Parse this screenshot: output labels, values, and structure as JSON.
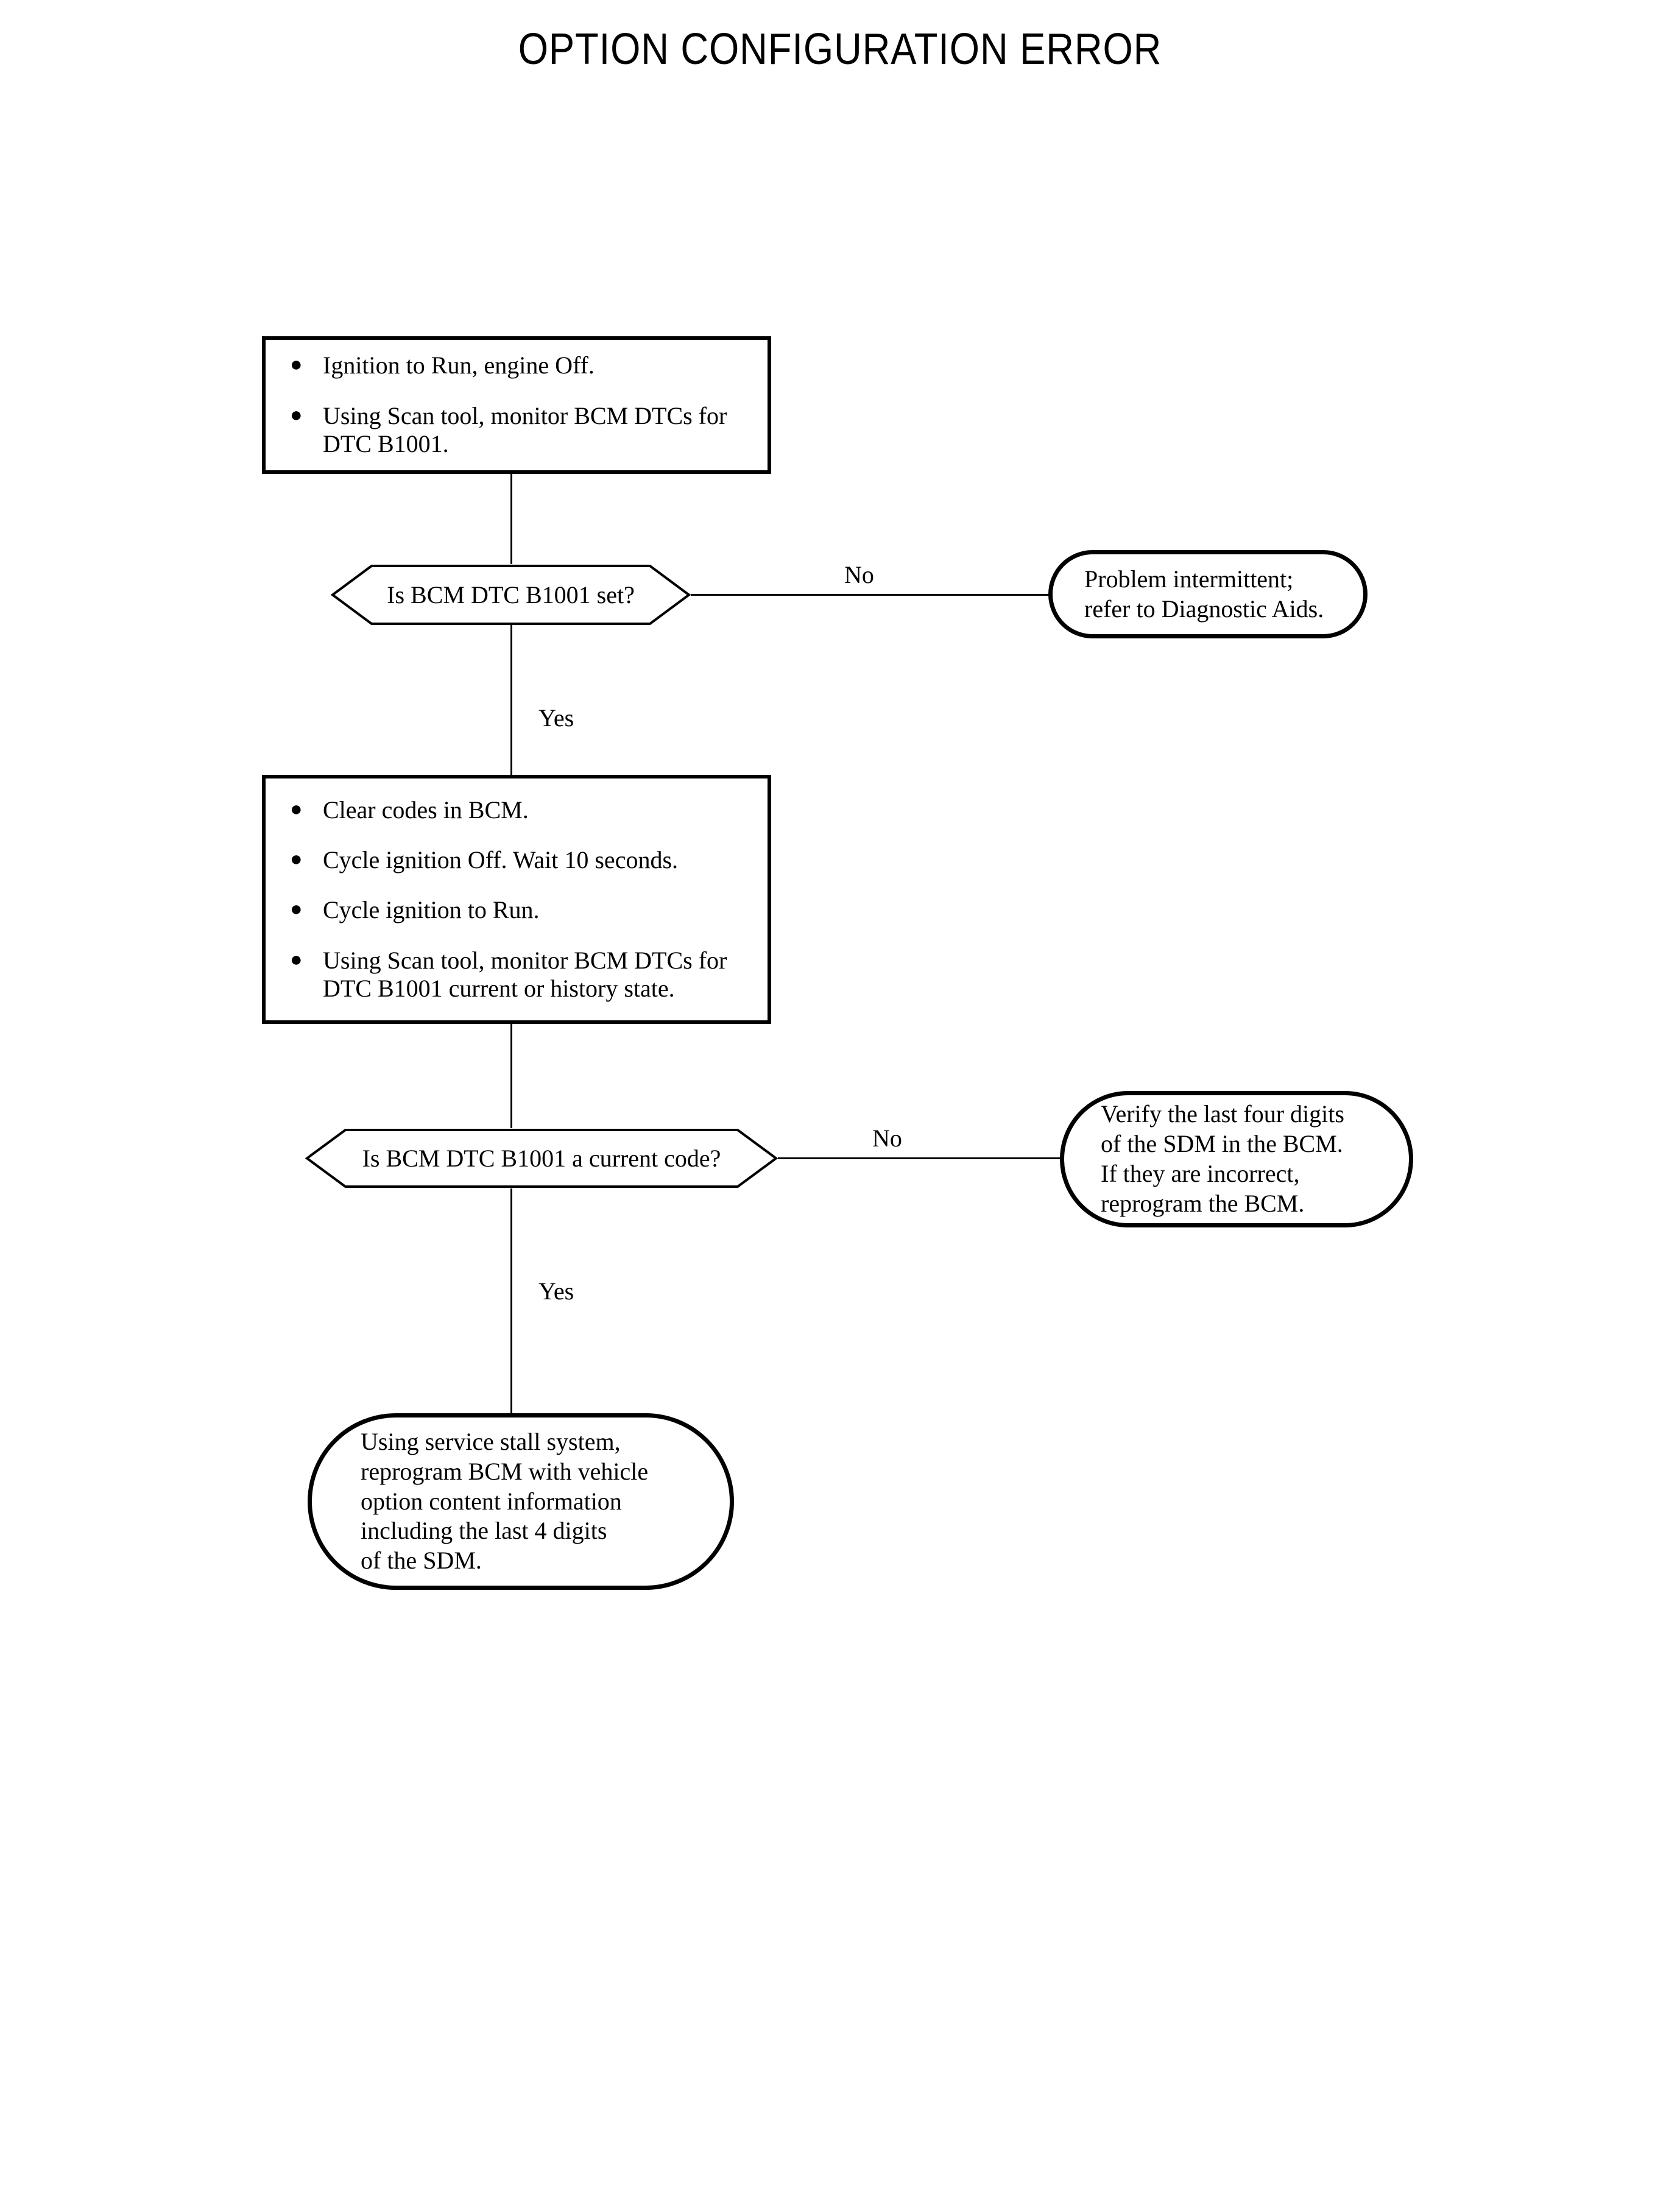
{
  "page": {
    "title": "OPTION CONFIGURATION ERROR"
  },
  "flow": {
    "step1": {
      "name": "initial-condition-box",
      "bullets": [
        "Ignition to Run, engine Off.",
        "Using Scan tool, monitor BCM DTCs for\nDTC B1001."
      ]
    },
    "decision1": {
      "name": "is-bcm-dtc-b1001-set",
      "label": "Is BCM DTC B1001 set?",
      "no_label": "No",
      "yes_label": "Yes"
    },
    "terminator1": {
      "name": "problem-intermittent-terminator",
      "text": "Problem intermittent;\nrefer to Diagnostic Aids."
    },
    "step2": {
      "name": "clear-codes-box",
      "bullets": [
        "Clear codes in BCM.",
        "Cycle ignition Off.  Wait 10 seconds.",
        "Cycle ignition to Run.",
        "Using Scan tool, monitor BCM DTCs for\nDTC B1001 current or history state."
      ]
    },
    "decision2": {
      "name": "is-bcm-dtc-b1001-current-code",
      "label": "Is BCM DTC B1001 a current code?",
      "no_label": "No",
      "yes_label": "Yes"
    },
    "terminator2": {
      "name": "verify-sdm-digits-terminator",
      "text": "Verify the last four digits\nof the SDM in the BCM.\nIf they are incorrect,\nreprogram the BCM."
    },
    "terminator3": {
      "name": "reprogram-bcm-terminator",
      "text": "Using service stall system,\nreprogram BCM with vehicle\noption content information\nincluding the last 4 digits\nof the SDM."
    }
  },
  "icons": {
    "bullet": "●"
  },
  "colors": {
    "ink": "#000000",
    "paper": "#ffffff"
  }
}
